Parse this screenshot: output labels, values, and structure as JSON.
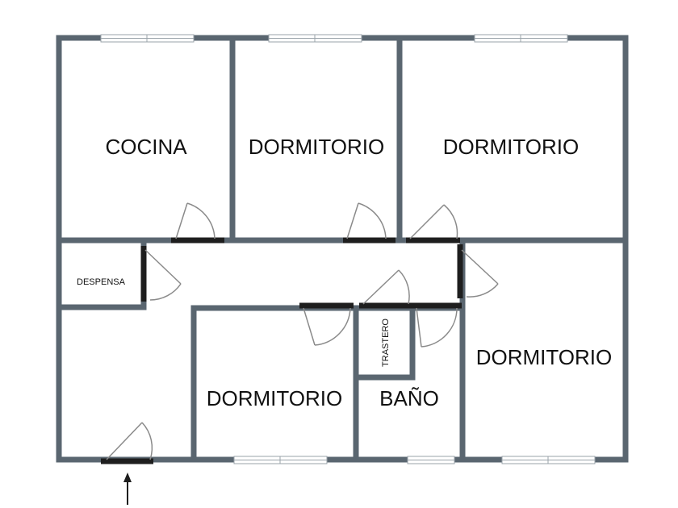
{
  "floorplan": {
    "rooms": [
      {
        "id": "cocina",
        "label": "COCINA"
      },
      {
        "id": "dormitorio-1",
        "label": "DORMITORIO"
      },
      {
        "id": "dormitorio-2",
        "label": "DORMITORIO"
      },
      {
        "id": "despensa",
        "label": "DESPENSA"
      },
      {
        "id": "trastero",
        "label": "TRASTERO"
      },
      {
        "id": "dormitorio-3",
        "label": "DORMITORIO"
      },
      {
        "id": "bano",
        "label": "BAÑO"
      },
      {
        "id": "dormitorio-4",
        "label": "DORMITORIO"
      }
    ]
  },
  "colors": {
    "wall": "#5a6670",
    "door_frame": "#1e1e1e",
    "door_swing": "#8a8a8a",
    "window": "#c6ccd0",
    "background": "#ffffff"
  }
}
